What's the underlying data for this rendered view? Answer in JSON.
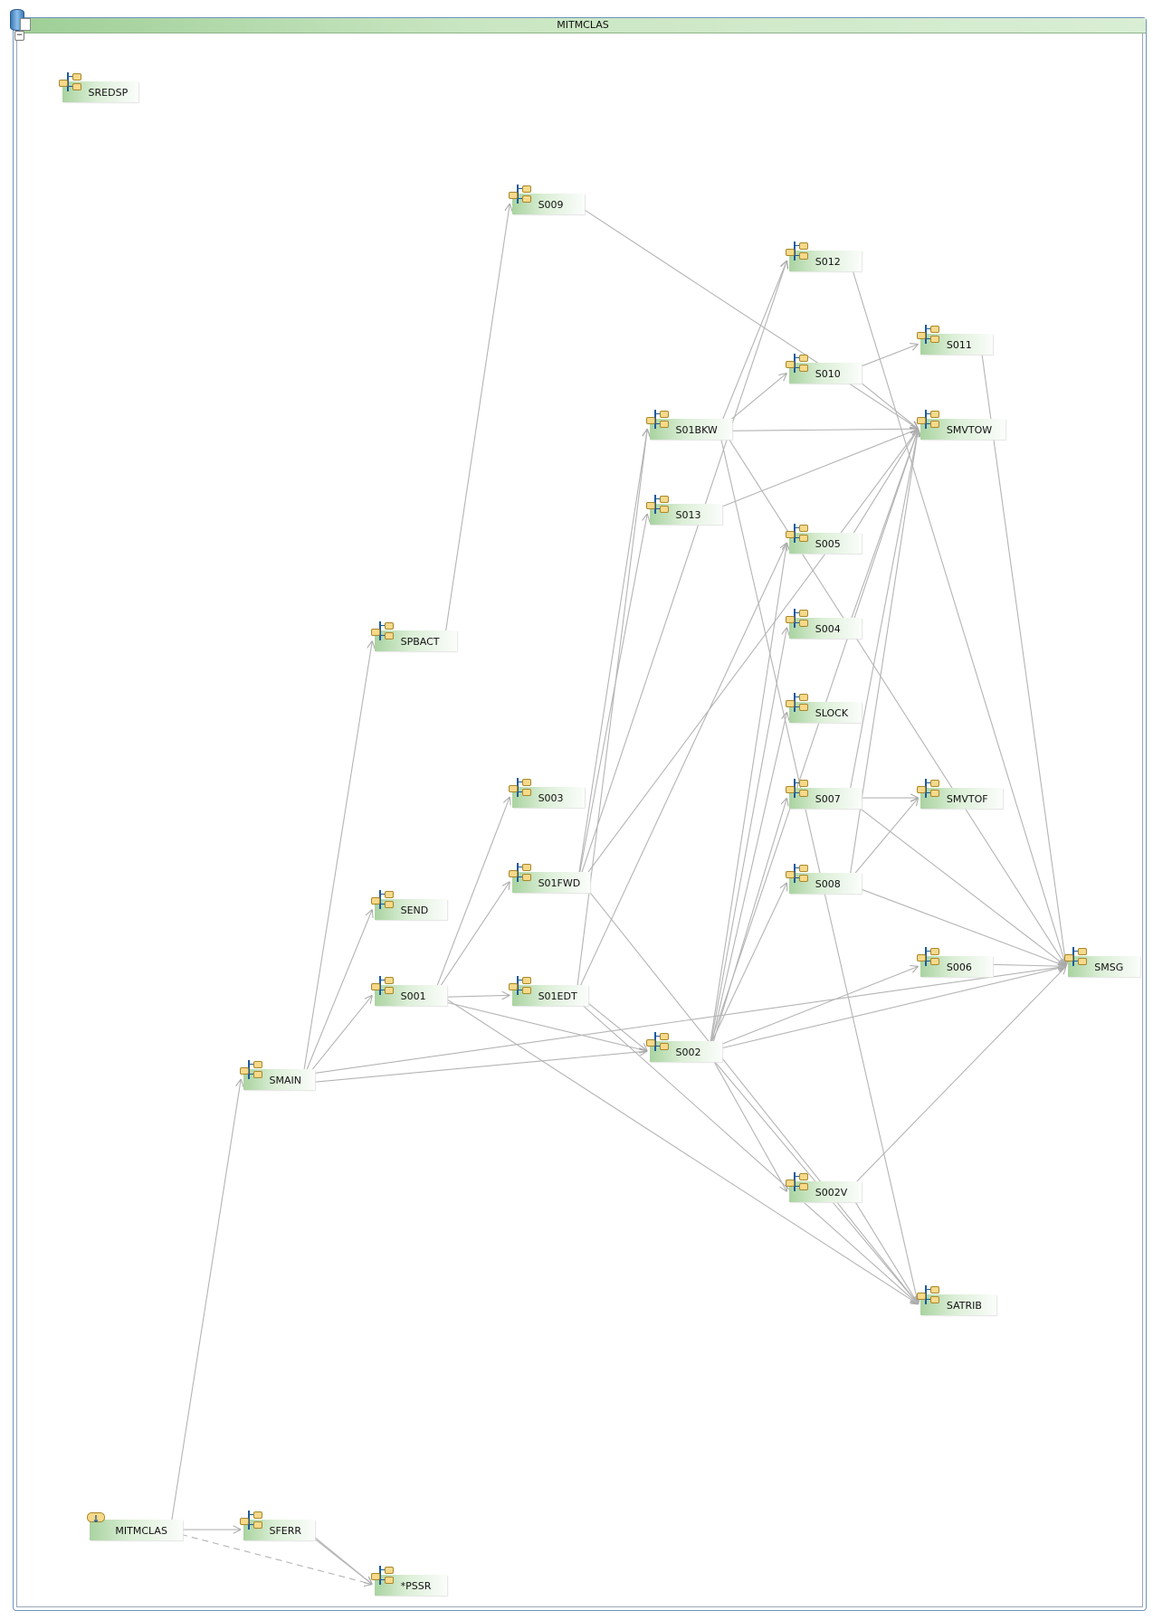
{
  "window": {
    "title": "MITMCLAS"
  },
  "nodes": [
    {
      "id": "SREDSP",
      "label": "SREDSP",
      "kind": "subroutine"
    },
    {
      "id": "S009",
      "label": "S009",
      "kind": "subroutine"
    },
    {
      "id": "S012",
      "label": "S012",
      "kind": "subroutine"
    },
    {
      "id": "S011",
      "label": "S011",
      "kind": "subroutine"
    },
    {
      "id": "S010",
      "label": "S010",
      "kind": "subroutine"
    },
    {
      "id": "S01BKW",
      "label": "S01BKW",
      "kind": "subroutine"
    },
    {
      "id": "SMVTOW",
      "label": "SMVTOW",
      "kind": "subroutine"
    },
    {
      "id": "S013",
      "label": "S013",
      "kind": "subroutine"
    },
    {
      "id": "S005",
      "label": "S005",
      "kind": "subroutine"
    },
    {
      "id": "S004",
      "label": "S004",
      "kind": "subroutine"
    },
    {
      "id": "SPBACT",
      "label": "SPBACT",
      "kind": "subroutine"
    },
    {
      "id": "SLOCK",
      "label": "SLOCK",
      "kind": "subroutine"
    },
    {
      "id": "S003",
      "label": "S003",
      "kind": "subroutine"
    },
    {
      "id": "S007",
      "label": "S007",
      "kind": "subroutine"
    },
    {
      "id": "SMVTOF",
      "label": "SMVTOF",
      "kind": "subroutine"
    },
    {
      "id": "S01FWD",
      "label": "S01FWD",
      "kind": "subroutine"
    },
    {
      "id": "S008",
      "label": "S008",
      "kind": "subroutine"
    },
    {
      "id": "SEND",
      "label": "SEND",
      "kind": "subroutine"
    },
    {
      "id": "S006",
      "label": "S006",
      "kind": "subroutine"
    },
    {
      "id": "SMSG",
      "label": "SMSG",
      "kind": "subroutine"
    },
    {
      "id": "S001",
      "label": "S001",
      "kind": "subroutine"
    },
    {
      "id": "S01EDT",
      "label": "S01EDT",
      "kind": "subroutine"
    },
    {
      "id": "S002",
      "label": "S002",
      "kind": "subroutine"
    },
    {
      "id": "SMAIN",
      "label": "SMAIN",
      "kind": "subroutine"
    },
    {
      "id": "S002V",
      "label": "S002V",
      "kind": "subroutine"
    },
    {
      "id": "SATRIB",
      "label": "SATRIB",
      "kind": "subroutine"
    },
    {
      "id": "MITMCLAS",
      "label": "MITMCLAS",
      "kind": "program"
    },
    {
      "id": "SFERR",
      "label": "SFERR",
      "kind": "subroutine"
    },
    {
      "id": "PSSR",
      "label": "*PSSR",
      "kind": "subroutine"
    }
  ],
  "edges": [
    {
      "from": "MITMCLAS",
      "to": "SMAIN"
    },
    {
      "from": "MITMCLAS",
      "to": "SFERR"
    },
    {
      "from": "MITMCLAS",
      "to": "PSSR",
      "style": "dashed"
    },
    {
      "from": "SFERR",
      "to": "PSSR"
    },
    {
      "from": "SFERR",
      "to": "PSSR"
    },
    {
      "from": "SMAIN",
      "to": "SPBACT"
    },
    {
      "from": "SMAIN",
      "to": "SEND"
    },
    {
      "from": "SMAIN",
      "to": "S001"
    },
    {
      "from": "SMAIN",
      "to": "S002"
    },
    {
      "from": "SMAIN",
      "to": "SMSG"
    },
    {
      "from": "SPBACT",
      "to": "S009"
    },
    {
      "from": "S009",
      "to": "SMVTOW"
    },
    {
      "from": "S012",
      "to": "SMSG"
    },
    {
      "from": "S011",
      "to": "SMSG"
    },
    {
      "from": "S010",
      "to": "S011"
    },
    {
      "from": "S010",
      "to": "SMVTOW"
    },
    {
      "from": "S01BKW",
      "to": "S012"
    },
    {
      "from": "S01BKW",
      "to": "S010"
    },
    {
      "from": "S01BKW",
      "to": "SMVTOW"
    },
    {
      "from": "S01BKW",
      "to": "SATRIB"
    },
    {
      "from": "S01BKW",
      "to": "SMSG"
    },
    {
      "from": "S013",
      "to": "SMVTOW"
    },
    {
      "from": "S005",
      "to": "SMVTOW"
    },
    {
      "from": "S004",
      "to": "SMVTOW"
    },
    {
      "from": "S007",
      "to": "SMVTOW"
    },
    {
      "from": "S007",
      "to": "SMVTOF"
    },
    {
      "from": "S007",
      "to": "SMSG"
    },
    {
      "from": "S008",
      "to": "SMVTOF"
    },
    {
      "from": "S008",
      "to": "SMVTOW"
    },
    {
      "from": "S008",
      "to": "SMSG"
    },
    {
      "from": "S006",
      "to": "SMSG"
    },
    {
      "from": "S002V",
      "to": "SMSG"
    },
    {
      "from": "S002V",
      "to": "SATRIB"
    },
    {
      "from": "S001",
      "to": "S003"
    },
    {
      "from": "S001",
      "to": "S01FWD"
    },
    {
      "from": "S001",
      "to": "S01EDT"
    },
    {
      "from": "S001",
      "to": "S002"
    },
    {
      "from": "S001",
      "to": "SATRIB"
    },
    {
      "from": "S01FWD",
      "to": "S01BKW"
    },
    {
      "from": "S01FWD",
      "to": "S013"
    },
    {
      "from": "S01FWD",
      "to": "S012"
    },
    {
      "from": "S01FWD",
      "to": "SMVTOW"
    },
    {
      "from": "S01FWD",
      "to": "SATRIB"
    },
    {
      "from": "S01EDT",
      "to": "S002"
    },
    {
      "from": "S01EDT",
      "to": "S005"
    },
    {
      "from": "S01EDT",
      "to": "S01BKW"
    },
    {
      "from": "S01EDT",
      "to": "SATRIB"
    },
    {
      "from": "S002",
      "to": "S005"
    },
    {
      "from": "S002",
      "to": "S004"
    },
    {
      "from": "S002",
      "to": "SLOCK"
    },
    {
      "from": "S002",
      "to": "S007"
    },
    {
      "from": "S002",
      "to": "S008"
    },
    {
      "from": "S002",
      "to": "S006"
    },
    {
      "from": "S002",
      "to": "SMSG"
    },
    {
      "from": "S002",
      "to": "S002V"
    },
    {
      "from": "S002",
      "to": "SATRIB"
    },
    {
      "from": "S002",
      "to": "SMVTOW"
    }
  ],
  "colors": {
    "edge": "#b4b4b4",
    "frame": "#6f93bd",
    "header": "#9fcf97"
  }
}
